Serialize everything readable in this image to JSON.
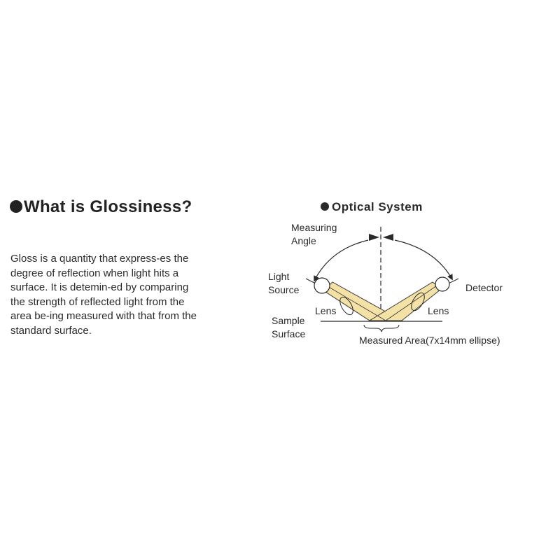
{
  "left_section": {
    "title": "What is Glossiness?",
    "paragraph_lines": [
      "Gloss is a quantity that express-es the",
      "degree of reflection when light hits a",
      "surface. It is detemin-ed by comparing",
      "the strength of reflected light from the",
      "area be-ing measured with that from the",
      "standard surface."
    ]
  },
  "diagram": {
    "title": "Optical System",
    "labels": {
      "measuring_angle_line1": "Measuring",
      "measuring_angle_line2": "Angle",
      "light_source_line1": "Light",
      "light_source_line2": "Source",
      "detector": "Detector",
      "lens_left": "Lens",
      "lens_right": "Lens",
      "sample_surface_line1": "Sample",
      "sample_surface_line2": "Surface",
      "measured_area": "Measured Area(7x14mm ellipse)"
    },
    "colors": {
      "beam_fill": "#f3e1a6",
      "beam_stroke": "#3a3a3a",
      "line": "#2a2a2a"
    }
  }
}
